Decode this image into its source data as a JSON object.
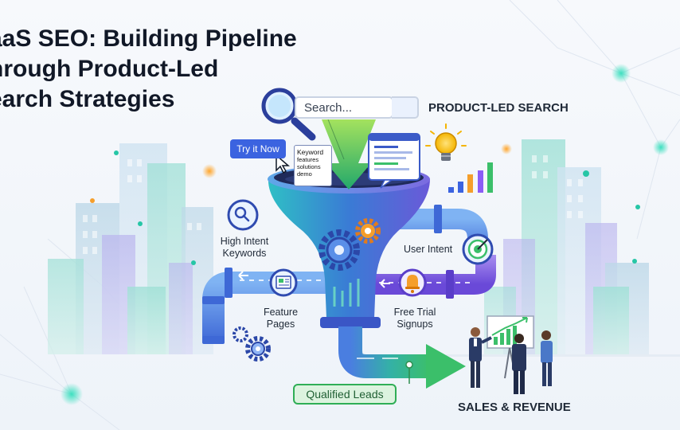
{
  "title": {
    "line1": "aaS SEO: Building Pipeline",
    "line2": "hrough Product-Led",
    "line3": "earch Strategies"
  },
  "search": {
    "placeholder": "Search..."
  },
  "product_led_label": "PRODUCT-LED SEARCH",
  "try_button_label": "Try it Now",
  "keyword_card": {
    "title": "Keyword",
    "lines": [
      "features",
      "solutions",
      "demo"
    ]
  },
  "labels": {
    "high_intent": [
      "High Intent",
      "Keywords"
    ],
    "user_intent": "User Intent",
    "feature_pages": [
      "Feature",
      "Pages"
    ],
    "free_trial": [
      "Free Trial",
      "Signups"
    ],
    "qualified_leads": "Qualified Leads",
    "sales_revenue": "SALES & REVENUE"
  },
  "colors": {
    "funnel_top": "#2fbfc5",
    "funnel_mid": "#3a7bd5",
    "funnel_bottom": "#6a5ad8",
    "pipe_left": "#4a78e0",
    "pipe_right": "#7a5ce0",
    "output_arrow": "#37b36b",
    "accent_orange": "#f59e2b",
    "dot_teal": "#26c6a6"
  },
  "icons": [
    "magnifier-icon",
    "search-icon",
    "lightbulb-icon",
    "gear-icon",
    "document-icon",
    "bell-icon",
    "target-icon",
    "cursor-icon",
    "bar-chart-icon"
  ]
}
